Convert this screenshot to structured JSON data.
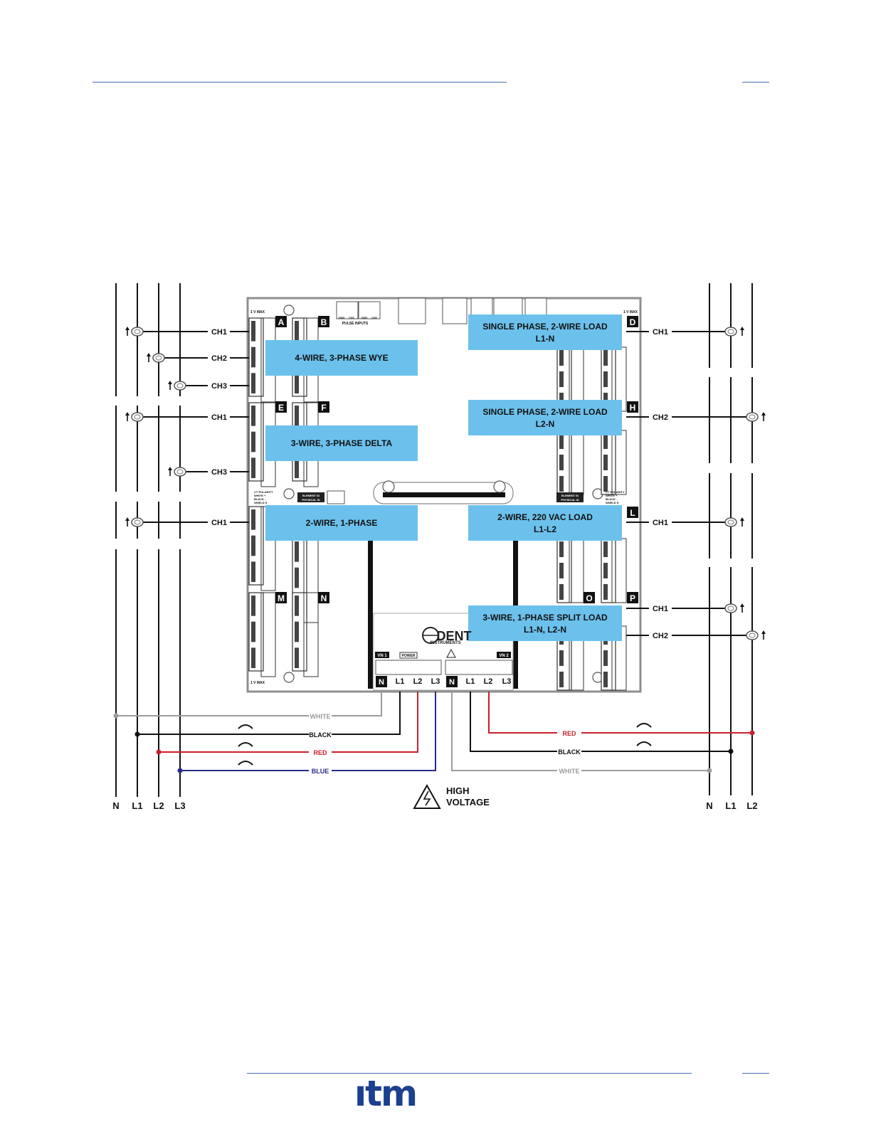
{
  "colors": {
    "rule": "#4a6fb5",
    "label_box": "#6cc1ec",
    "red": "#c8202e",
    "blue": "#2b2a8c",
    "white_wire": "#9c9c9c",
    "black": "#111111"
  },
  "footer": {
    "logo_text": "ıtm"
  },
  "diagram": {
    "left_buses": [
      "N",
      "L1",
      "L2",
      "L3"
    ],
    "right_buses": [
      "N",
      "L1",
      "L2"
    ],
    "config_labels": [
      {
        "line1": "4-WIRE, 3-PHASE WYE",
        "line2": ""
      },
      {
        "line1": "3-WIRE, 3-PHASE DELTA",
        "line2": ""
      },
      {
        "line1": "2-WIRE, 1-PHASE",
        "line2": ""
      },
      {
        "line1": "SINGLE PHASE, 2-WIRE LOAD",
        "line2": "L1-N"
      },
      {
        "line1": "SINGLE PHASE, 2-WIRE LOAD",
        "line2": "L2-N"
      },
      {
        "line1": "2-WIRE, 220 VAC LOAD",
        "line2": "L1-L2"
      },
      {
        "line1": "3-WIRE, 1-PHASE SPLIT LOAD",
        "line2": "L1-N, L2-N"
      }
    ],
    "port_letters": [
      "A",
      "B",
      "D",
      "E",
      "F",
      "H",
      "L",
      "M",
      "N",
      "O",
      "P"
    ],
    "channel_labels_left": [
      "CH1",
      "CH2",
      "CH3",
      "CH1",
      "CH3",
      "CH1"
    ],
    "channel_labels_right": [
      "CH1",
      "CH2",
      "CH1",
      "CH1",
      "CH2"
    ],
    "board_text": {
      "v_max": "1 V MAX",
      "pulse_inputs": "PULSE INPUTS",
      "gnd": "GND",
      "ch1": "CH1",
      "ch2": "CH2",
      "ct_polarity": "CT POLARITY",
      "white_plus": "WHITE +",
      "black_minus": "BLACK -",
      "shield_s": "SHIELD S",
      "element_id": "ELEMENT ID",
      "physical_id": "PHYSICAL ID",
      "vn1": "VN 1",
      "vn2": "VN 2",
      "power": "POWER",
      "brand": "DENT",
      "brand_sub": "INSTRUMENTS"
    },
    "voltage_terminals_1": [
      "N",
      "L1",
      "L2",
      "L3"
    ],
    "voltage_terminals_2": [
      "N",
      "L1",
      "L2",
      "L3"
    ],
    "wire_labels_left": [
      "WHITE",
      "BLACK",
      "RED",
      "BLUE"
    ],
    "wire_labels_right": [
      "RED",
      "BLACK",
      "WHITE"
    ],
    "warning": {
      "line1": "HIGH",
      "line2": "VOLTAGE"
    }
  }
}
